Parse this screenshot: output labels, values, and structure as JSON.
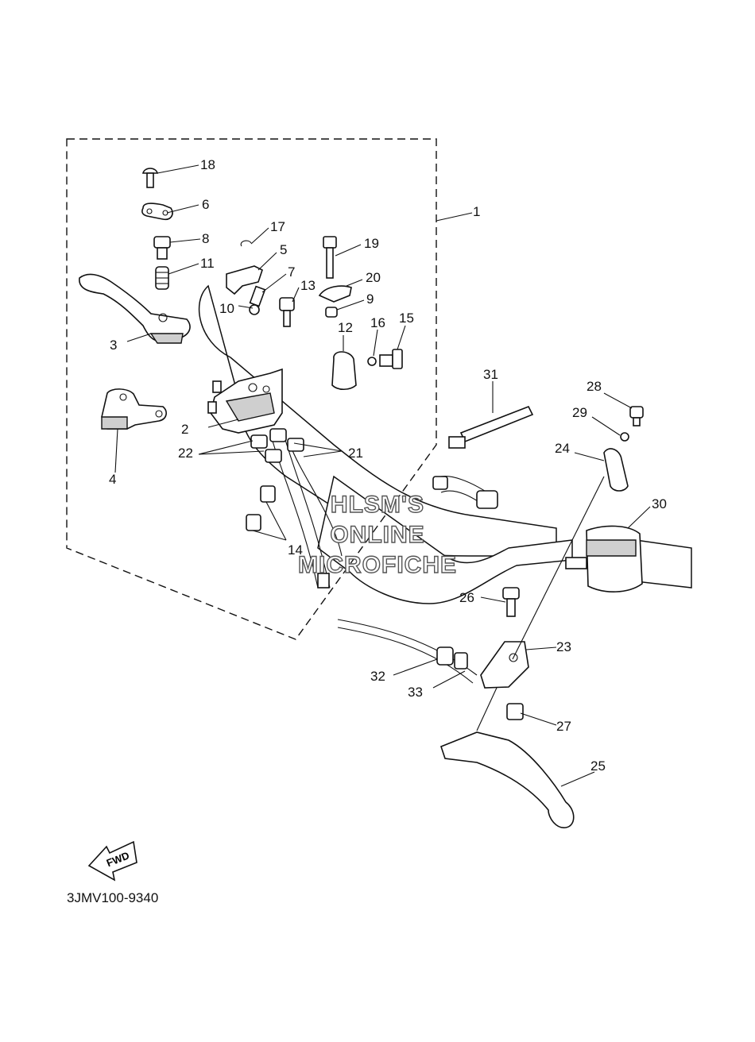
{
  "diagram": {
    "catalog_code": "3JMV100-9340",
    "watermark": [
      "HLSM'S",
      "ONLINE",
      "MICROFICHE"
    ],
    "fwd_label": "FWD",
    "callouts": [
      "1",
      "2",
      "3",
      "4",
      "5",
      "6",
      "7",
      "8",
      "9",
      "10",
      "11",
      "12",
      "13",
      "14",
      "15",
      "16",
      "17",
      "18",
      "19",
      "20",
      "21",
      "22",
      "23",
      "24",
      "25",
      "26",
      "27",
      "28",
      "29",
      "30",
      "31",
      "32",
      "33"
    ]
  }
}
